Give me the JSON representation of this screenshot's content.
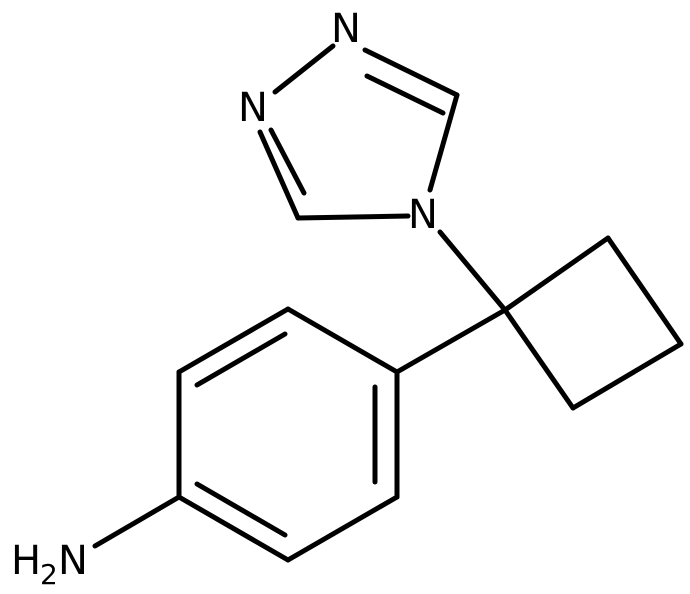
{
  "molecule": {
    "atoms": {
      "n_triazole_1": "N",
      "n_triazole_2": "N",
      "n_triazole_4": "N",
      "amine": {
        "h": "H",
        "sub": "2",
        "n": "N"
      }
    }
  }
}
